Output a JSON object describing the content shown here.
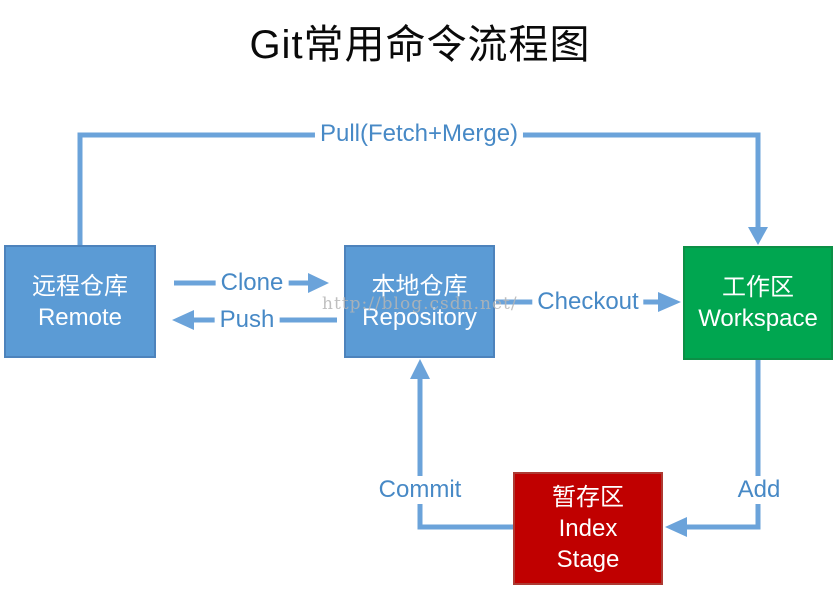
{
  "title": "Git常用命令流程图",
  "watermark": "http://blog.csdn.net/",
  "nodes": {
    "remote": {
      "zh": "远程仓库",
      "en": "Remote"
    },
    "repository": {
      "zh": "本地仓库",
      "en": "Repository"
    },
    "workspace": {
      "zh": "工作区",
      "en": "Workspace"
    },
    "index": {
      "zh": "暂存区",
      "en1": "Index",
      "en2": "Stage"
    }
  },
  "edges": {
    "pull": {
      "label": "Pull(Fetch+Merge)",
      "from": "remote",
      "to": "workspace"
    },
    "clone": {
      "label": "Clone",
      "from": "remote",
      "to": "repository"
    },
    "push": {
      "label": "Push",
      "from": "repository",
      "to": "remote"
    },
    "checkout": {
      "label": "Checkout",
      "from": "repository",
      "to": "workspace"
    },
    "commit": {
      "label": "Commit",
      "from": "index",
      "to": "repository"
    },
    "add": {
      "label": "Add",
      "from": "workspace",
      "to": "index"
    }
  },
  "colors": {
    "repo_fill": "#5B9BD5",
    "repo_border": "#4D83BC",
    "workspace_fill": "#00A650",
    "workspace_border": "#0C8F46",
    "index_fill": "#C00000",
    "index_border": "#AD3A33",
    "connector": "#6BA3DA",
    "label_text": "#4789C6",
    "title_text": "#0A0A0A"
  }
}
